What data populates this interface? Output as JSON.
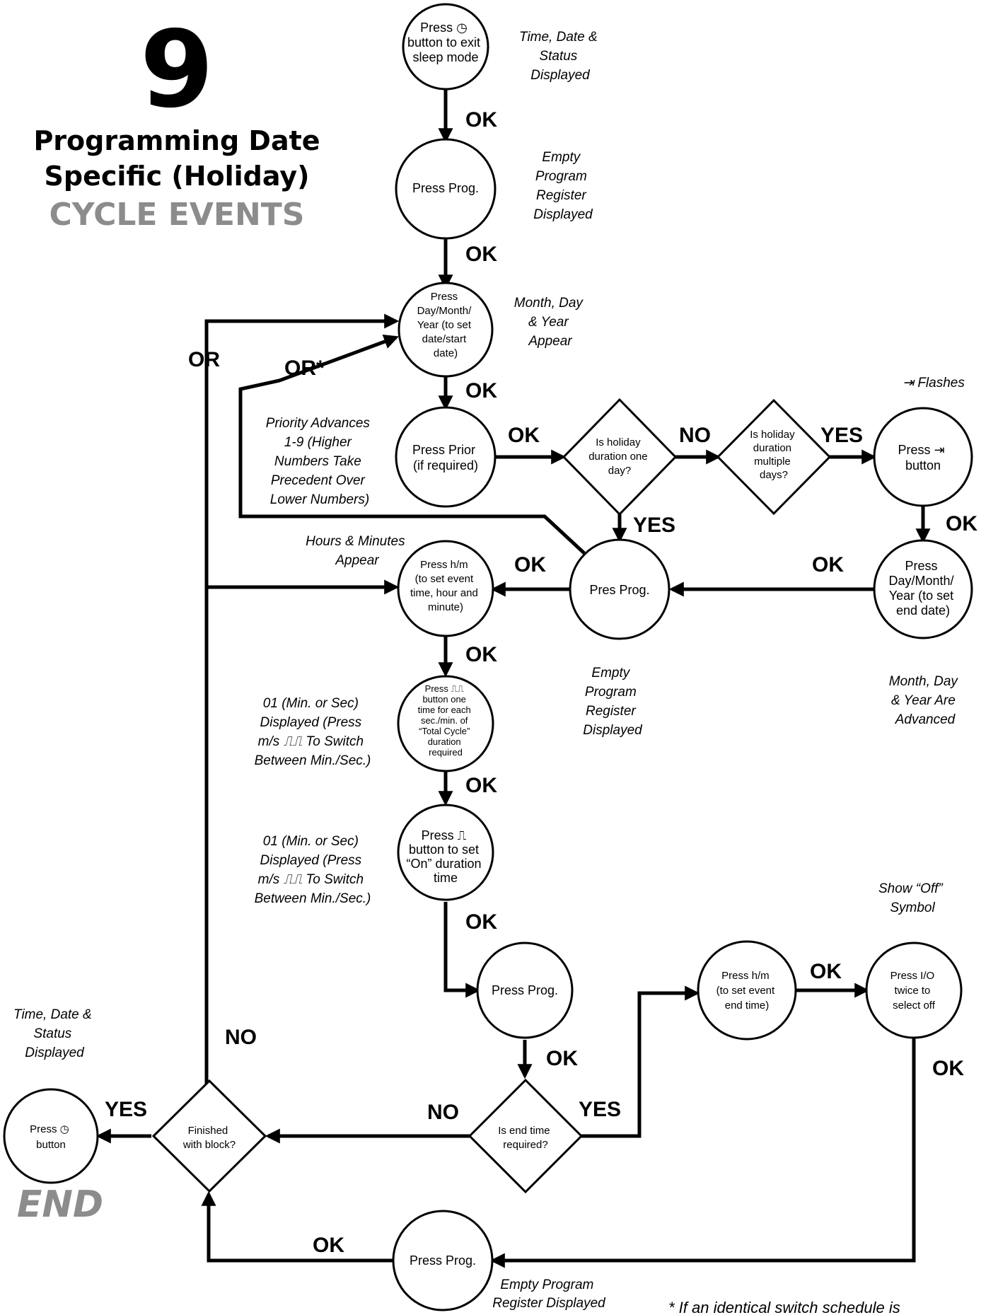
{
  "header": {
    "step_number": "9",
    "title_line1": "Programming Date",
    "title_line2": "Specific (Holiday)",
    "title_line3": "CYCLE EVENTS"
  },
  "end_label": "END",
  "footnote": "* If an identical switch schedule is",
  "nodes": {
    "exit_sleep": [
      "Press ◷",
      "button to exit",
      "sleep mode"
    ],
    "press_prog_1": [
      "Press Prog."
    ],
    "press_date_start": [
      "Press",
      "Day/Month/",
      "Year (to set",
      "date/start",
      "date)"
    ],
    "press_prior": [
      "Press Prior",
      "(if required)"
    ],
    "holiday_one_day": [
      "Is holiday",
      "duration one",
      "day?"
    ],
    "holiday_multiple": [
      "Is holiday",
      "duration",
      "multiple",
      "days?"
    ],
    "press_advance": [
      "Press ⇥",
      "button"
    ],
    "press_end_date": [
      "Press",
      "Day/Month/",
      "Year (to set",
      "end date)"
    ],
    "pres_prog_2": [
      "Pres Prog."
    ],
    "press_hm_event": [
      "Press h/m",
      "(to set event",
      "time, hour and",
      "minute)"
    ],
    "press_total_cycle": [
      "Press ⎍⎍",
      "button one",
      "time for each",
      "sec./min. of",
      "“Total Cycle”",
      "duration",
      "required"
    ],
    "press_on_duration": [
      "Press ⎍",
      "button to set",
      "“On” duration",
      "time"
    ],
    "press_prog_3": [
      "Press Prog."
    ],
    "end_time_required": [
      "Is end time",
      "required?"
    ],
    "press_hm_end": [
      "Press h/m",
      "(to set event",
      "end time)"
    ],
    "press_io": [
      "Press I/O",
      "twice to",
      "select off"
    ],
    "press_prog_4": [
      "Press Prog."
    ],
    "finished_block": [
      "Finished",
      "with block?"
    ],
    "press_button_end": [
      "Press ◷",
      "button"
    ]
  },
  "notes": {
    "time_date_status_top": [
      "Time, Date &",
      "Status",
      "Displayed"
    ],
    "empty_register_1": [
      "Empty",
      "Program",
      "Register",
      "Displayed"
    ],
    "month_day_year_appear": [
      "Month, Day",
      "& Year",
      "Appear"
    ],
    "flashes": "⇥  Flashes",
    "priority": [
      "Priority Advances",
      "1-9 (Higher",
      "Numbers Take",
      "Precedent Over",
      "Lower Numbers)"
    ],
    "hours_minutes_appear": [
      "Hours & Minutes",
      "Appear"
    ],
    "empty_register_2": [
      "Empty",
      "Program",
      "Register",
      "Displayed"
    ],
    "month_day_year_advanced": [
      "Month, Day",
      "& Year Are",
      "Advanced"
    ],
    "min_sec_1": [
      "01 (Min. or Sec)",
      "Displayed (Press",
      "m/s ⎍⎍ To Switch",
      "Between Min./Sec.)"
    ],
    "min_sec_2": [
      "01 (Min. or Sec)",
      "Displayed (Press",
      "m/s ⎍⎍ To Switch",
      "Between Min./Sec.)"
    ],
    "show_off": [
      "Show “Off”",
      "Symbol"
    ],
    "time_date_status_left": [
      "Time, Date &",
      "Status",
      "Displayed"
    ],
    "empty_register_3": [
      "Empty Program",
      "Register Displayed"
    ]
  },
  "edge_labels": {
    "ok": "OK",
    "or": "OR",
    "or_star": "OR*",
    "yes": "YES",
    "no": "NO"
  }
}
